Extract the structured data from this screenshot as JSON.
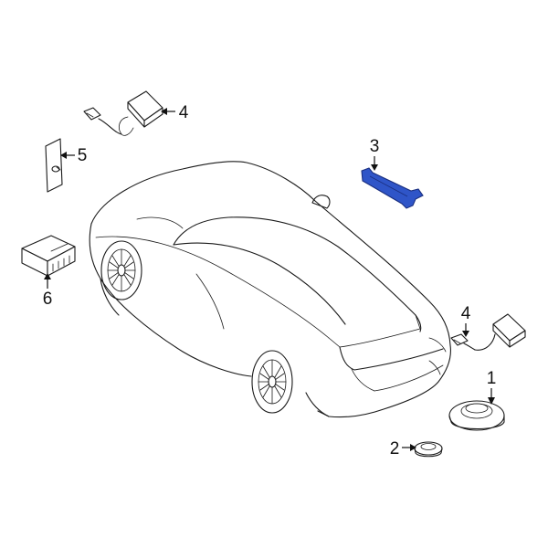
{
  "callouts": {
    "c1": "1",
    "c2": "2",
    "c3": "3",
    "c4a": "4",
    "c4b": "4",
    "c5": "5",
    "c6": "6"
  },
  "highlight_color": "#2f55c8",
  "line_color": "#1a1a1a"
}
